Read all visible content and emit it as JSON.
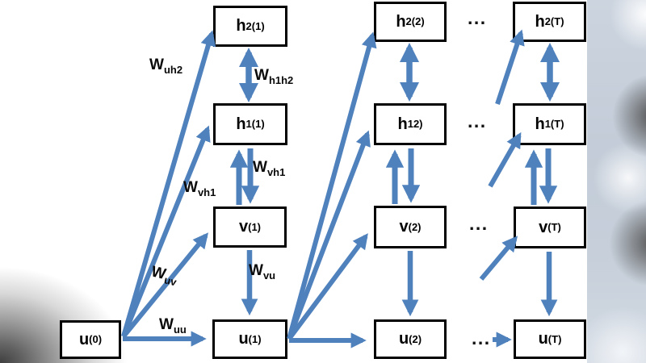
{
  "colors": {
    "background": "#ffffff",
    "arrow": "#4f81bd",
    "box_border": "#000000",
    "box_fill": "#ffffff",
    "text": "#000000",
    "edge_blur_base": "#c5ced9"
  },
  "nodes": [
    {
      "name": "h2-1",
      "base": "h",
      "sub": "2",
      "sup": "(1)"
    },
    {
      "name": "h1-1",
      "base": "h",
      "sub": "1",
      "sup": "(1)"
    },
    {
      "name": "v-1",
      "base": "v",
      "sub": "",
      "sup": "(1)"
    },
    {
      "name": "u-0",
      "base": "u",
      "sub": "",
      "sup": "(0)"
    },
    {
      "name": "u-1",
      "base": "u",
      "sub": "",
      "sup": "(1)"
    },
    {
      "name": "h2-2",
      "base": "h",
      "sub": "2",
      "sup": "(2)"
    },
    {
      "name": "h1-2",
      "base": "h",
      "sub": "1",
      "sup": "2)"
    },
    {
      "name": "v-2",
      "base": "v",
      "sub": "",
      "sup": "(2)"
    },
    {
      "name": "u-2",
      "base": "u",
      "sub": "",
      "sup": "(2)"
    },
    {
      "name": "h2-T",
      "base": "h",
      "sub": "2",
      "sup": "(T)"
    },
    {
      "name": "h1-T",
      "base": "h",
      "sub": "1",
      "sup": "(T)"
    },
    {
      "name": "v-T",
      "base": "v",
      "sub": "",
      "sup": "(T)"
    },
    {
      "name": "u-T",
      "base": "u",
      "sub": "",
      "sup": "(T)"
    }
  ],
  "weights": [
    {
      "name": "w-uh2",
      "base": "W",
      "sub": "uh2"
    },
    {
      "name": "w-h1h2",
      "base": "W",
      "sub": "h1h2"
    },
    {
      "name": "w-vh1-vertical",
      "base": "W",
      "sub": "vh1"
    },
    {
      "name": "w-vh1-diagonal",
      "base": "W",
      "sub": "vh1"
    },
    {
      "name": "w-uv",
      "base": "W",
      "sub": "uv"
    },
    {
      "name": "w-vu",
      "base": "W",
      "sub": "vu"
    },
    {
      "name": "w-uu",
      "base": "W",
      "sub": "uu"
    }
  ],
  "ellipsis": {
    "h2_row": "...",
    "h1_row": "...",
    "v_row": "...",
    "u_row": "..."
  }
}
